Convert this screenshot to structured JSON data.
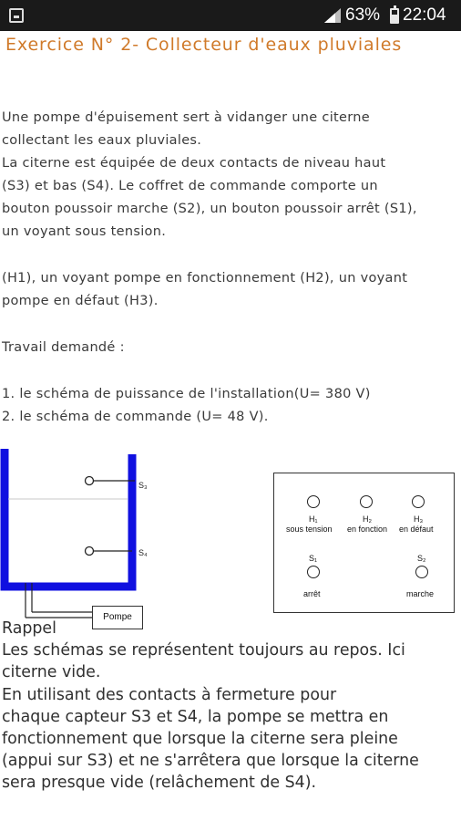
{
  "status_bar": {
    "battery_percent": "63%",
    "time": "22:04",
    "icons": [
      "notification-icon",
      "signal-icon",
      "battery-icon"
    ]
  },
  "title": "Exercice N° 2- Collecteur d'eaux pluviales",
  "paragraphs": {
    "p1": [
      "Une pompe d'épuisement sert à vidanger une citerne",
      "collectant les eaux pluviales.",
      "La citerne est équipée de deux contacts de niveau haut",
      "(S3) et bas (S4). Le coffret de commande comporte un",
      "bouton poussoir marche (S2), un bouton poussoir arrêt (S1),",
      "un voyant sous tension."
    ],
    "p2": [
      "(H1), un voyant pompe en fonctionnement (H2), un voyant",
      "pompe en défaut (H3)."
    ],
    "p3": [
      "Travail demandé :"
    ],
    "p4": [
      "1. le schéma de puissance de l'installation(U= 380 V)",
      "2. le schéma de commande (U= 48 V)."
    ]
  },
  "schema": {
    "tank_labels": {
      "s3": "S₃",
      "s4": "S₄"
    },
    "pump_label": "Pompe",
    "panel": {
      "h1": {
        "code": "H₁",
        "label": "sous tension"
      },
      "h2": {
        "code": "H₂",
        "label": "en fonction"
      },
      "h3": {
        "code": "H₃",
        "label": "en défaut"
      },
      "s1": {
        "code": "S₁",
        "label": "arrêt"
      },
      "s2": {
        "code": "S₂",
        "label": "marche"
      }
    }
  },
  "rappel": {
    "heading": "Rappel",
    "lines": [
      "Les schémas se représentent toujours au repos. Ici",
      "citerne vide.",
      "En utilisant des contacts à fermeture pour",
      "chaque capteur S3 et S4, la pompe se mettra en",
      "fonctionnement que lorsque la citerne sera pleine",
      "(appui sur S3) et ne s'arrêtera que lorsque la citerne",
      "sera presque vide (relâchement de S4)."
    ]
  },
  "colors": {
    "title": "#d07a2a",
    "status_bar": "#1a1a1a",
    "tank": "#1010e0",
    "body_text": "#3a3a3a"
  }
}
